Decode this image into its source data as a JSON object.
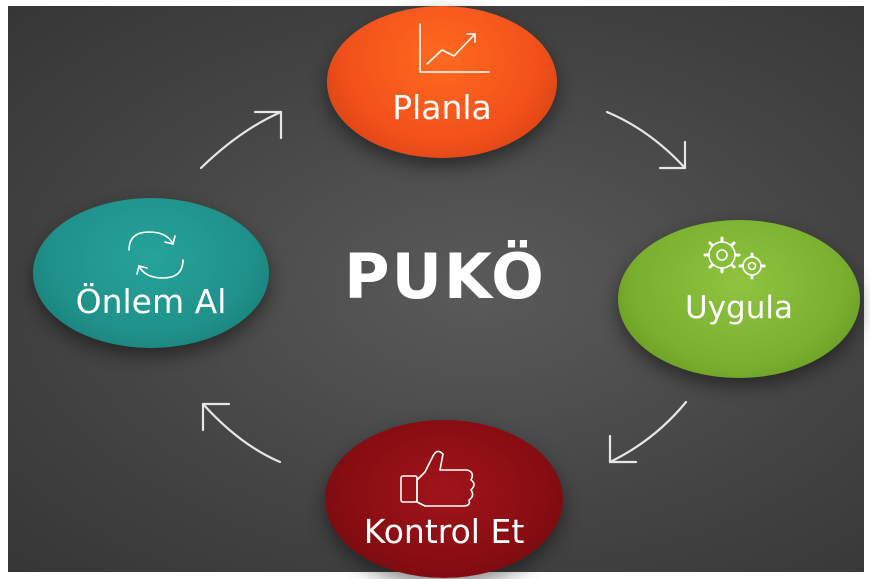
{
  "diagram": {
    "center_title": "PUKÖ",
    "nodes": [
      {
        "id": "plan",
        "label": "Planla",
        "color": "#f2501a",
        "icon": "chart-trend-icon"
      },
      {
        "id": "do",
        "label": "Uygula",
        "color": "#7ab02f",
        "icon": "gears-icon"
      },
      {
        "id": "check",
        "label": "Kontrol Et",
        "color": "#870d12",
        "icon": "thumbs-up-icon"
      },
      {
        "id": "act",
        "label": "Önlem Al",
        "color": "#1f918a",
        "icon": "refresh-cycle-icon"
      }
    ],
    "arrows": [
      "arrow-plan-to-do",
      "arrow-do-to-check",
      "arrow-check-to-act",
      "arrow-act-to-plan"
    ],
    "background_color": "#454545"
  }
}
